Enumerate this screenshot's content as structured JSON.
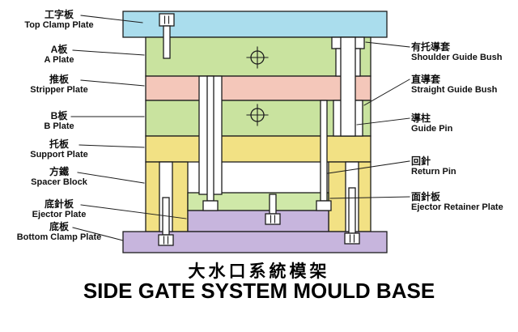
{
  "title": {
    "chinese": "大水口系統模架",
    "english": "SIDE GATE SYSTEM MOULD BASE"
  },
  "labels_left": [
    {
      "zh": "工字板",
      "en": "Top Clamp Plate"
    },
    {
      "zh": "A板",
      "en": "A Plate"
    },
    {
      "zh": "推板",
      "en": "Stripper Plate"
    },
    {
      "zh": "B板",
      "en": "B Plate"
    },
    {
      "zh": "托板",
      "en": "Support Plate"
    },
    {
      "zh": "方鐵",
      "en": "Spacer Block"
    },
    {
      "zh": "底針板",
      "en": "Ejector Plate"
    },
    {
      "zh": "底板",
      "en": "Bottom Clamp Plate"
    }
  ],
  "labels_right": [
    {
      "zh": "有托導套",
      "en": "Shoulder Guide Bush"
    },
    {
      "zh": "直導套",
      "en": "Straight Guide Bush"
    },
    {
      "zh": "導柱",
      "en": "Guide Pin"
    },
    {
      "zh": "回針",
      "en": "Return Pin"
    },
    {
      "zh": "面針板",
      "en": "Ejector Retainer Plate"
    }
  ],
  "colors": {
    "top_clamp_plate": "#aadded",
    "a_plate": "#c9e39f",
    "stripper_plate": "#f4c7ba",
    "b_plate": "#c9e39f",
    "support_plate": "#f2e184",
    "spacer_block": "#f2e184",
    "ejector_retainer_plate": "#cfe8a8",
    "ejector_plate": "#c7b5dd",
    "bottom_clamp_plate": "#c7b5dd",
    "pin": "#ffffff",
    "outline": "#1c1c1c",
    "text": "#101010",
    "background": "#ffffff"
  }
}
